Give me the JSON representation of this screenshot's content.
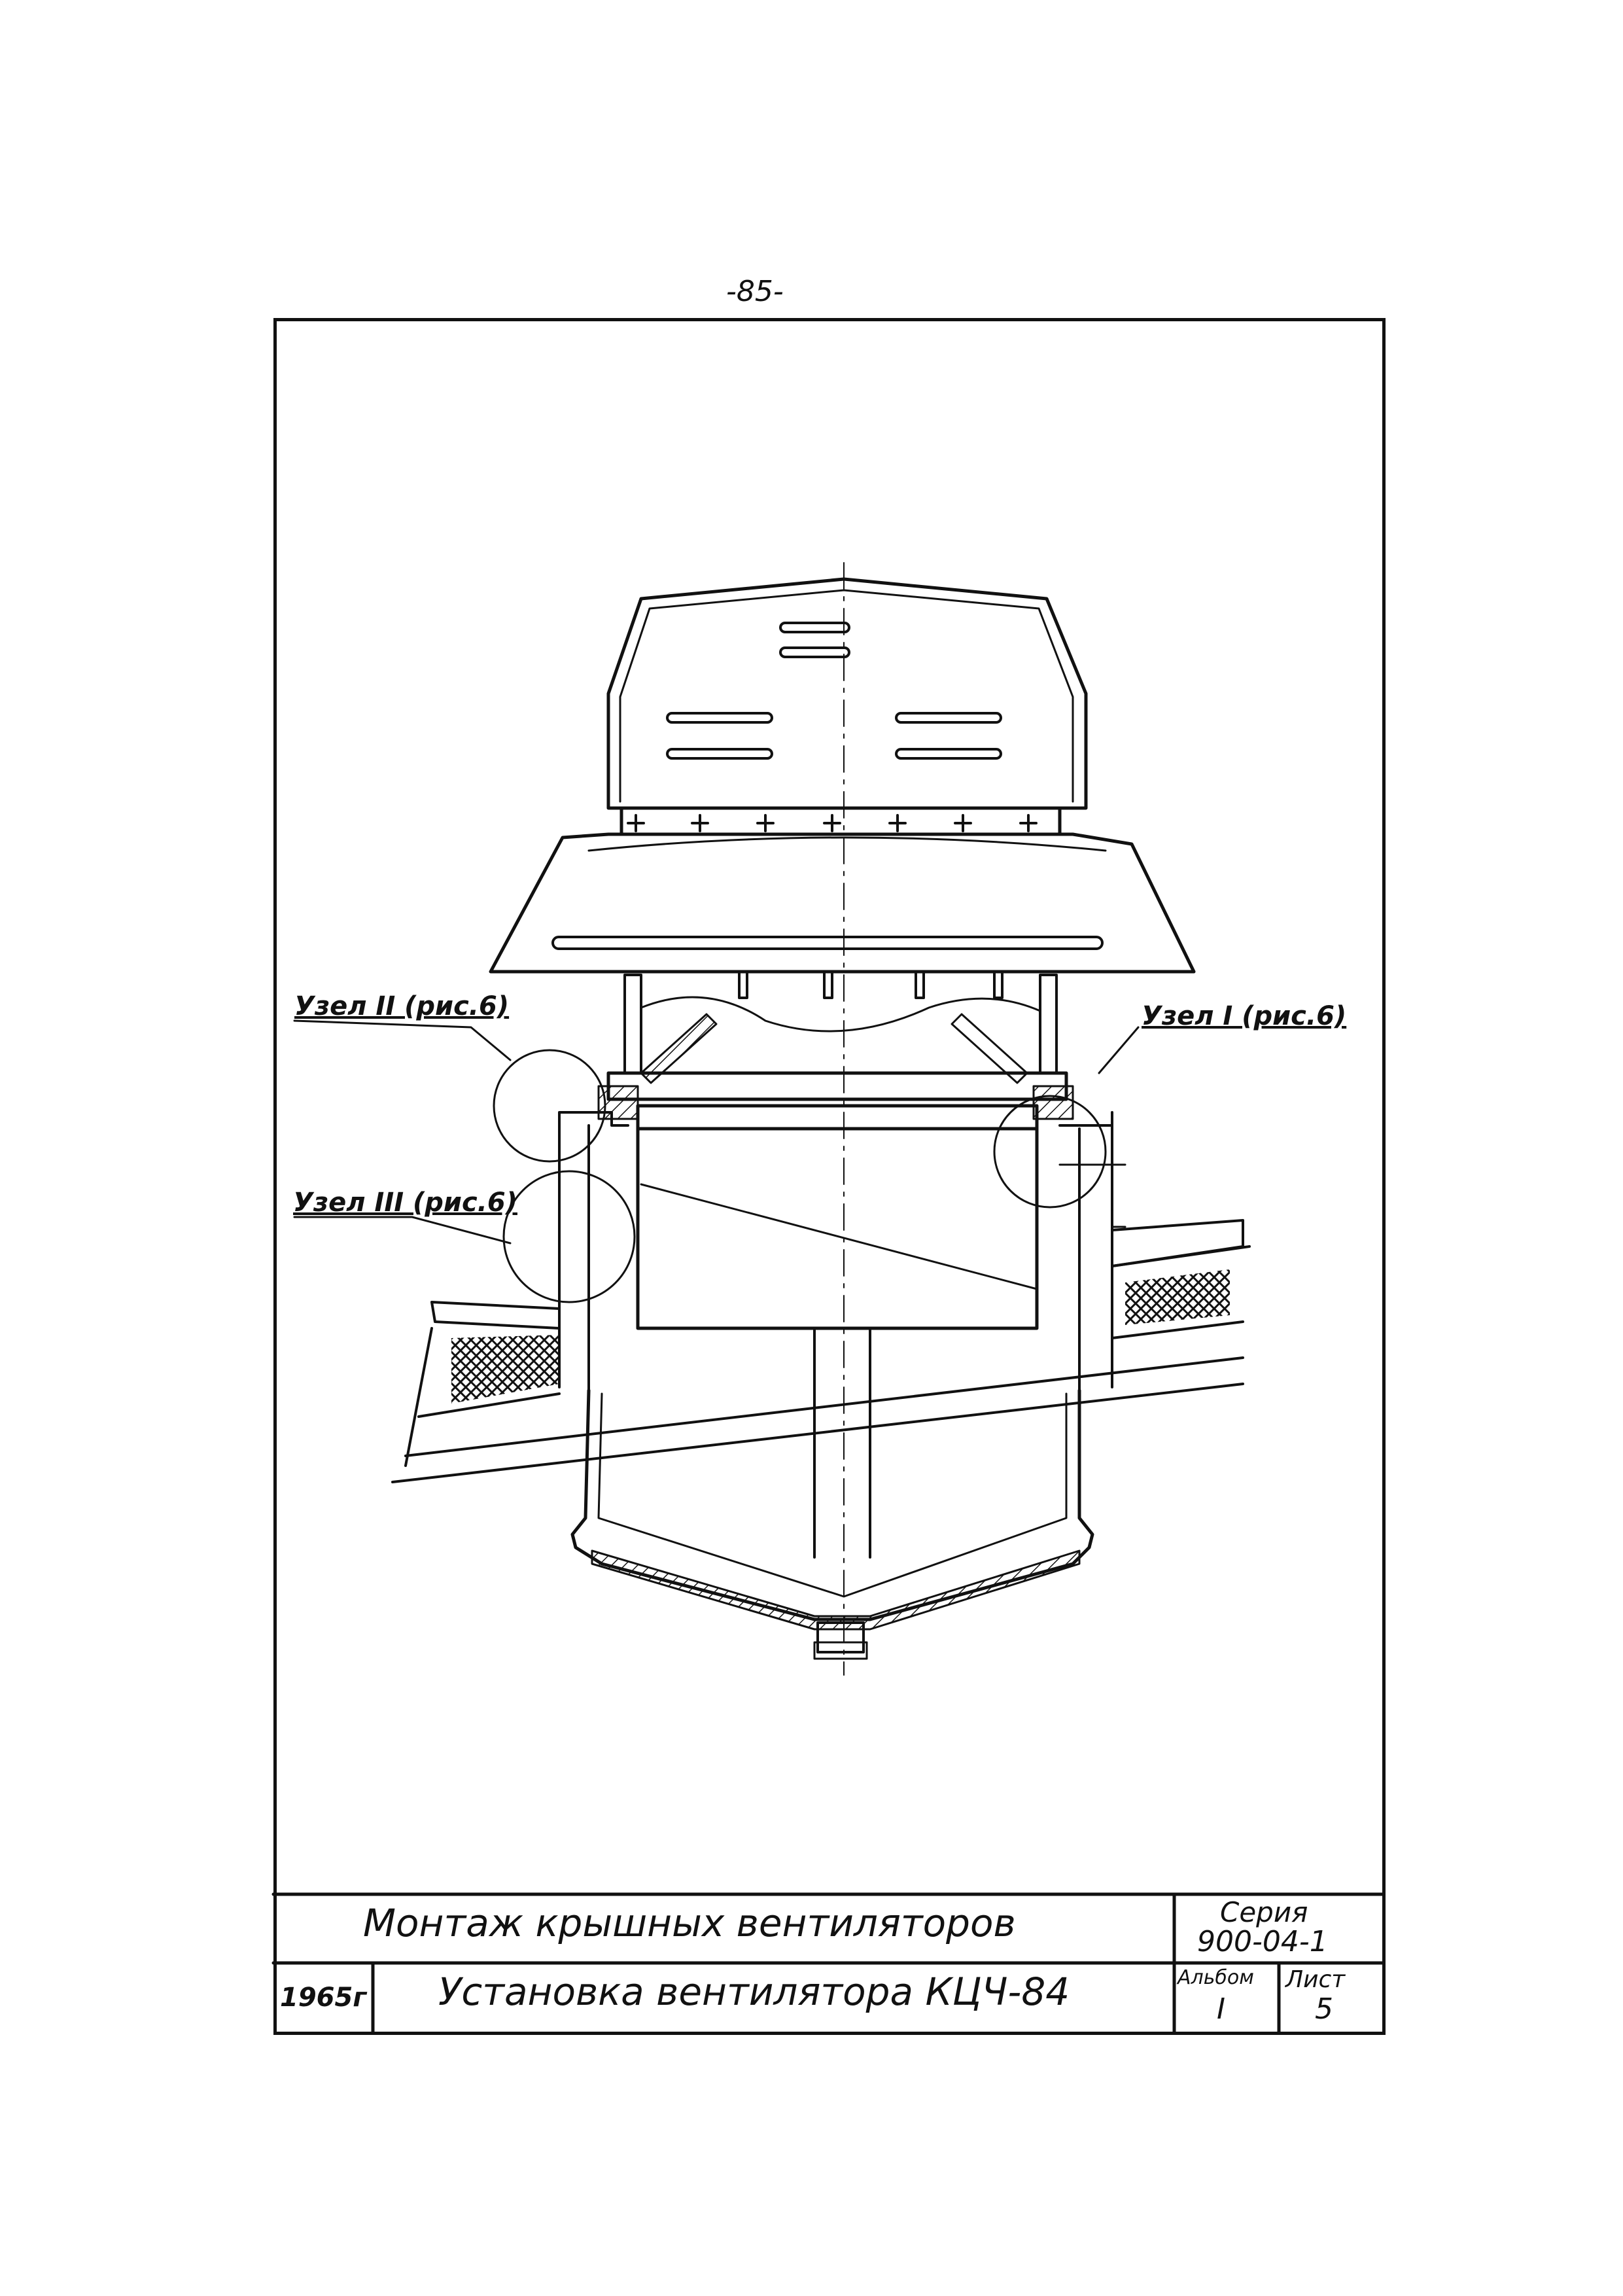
{
  "page_number": "-85-",
  "callouts": {
    "node_2": "Узел II (рис.6)",
    "node_1": "Узел I (рис.6)",
    "node_3": "Узел III (рис.6)"
  },
  "title_block": {
    "title_main": "Монтаж крышных вентиляторов",
    "title_sub": "Установка вентилятора КЦЧ-84",
    "year": "1965г",
    "series_label": "Серия",
    "series_value": "900-04-1",
    "album_label": "Альбом",
    "album_value": "I",
    "sheet_label": "Лист",
    "sheet_value": "5"
  },
  "colors": {
    "ink": "#111111",
    "paper": "#ffffff"
  }
}
